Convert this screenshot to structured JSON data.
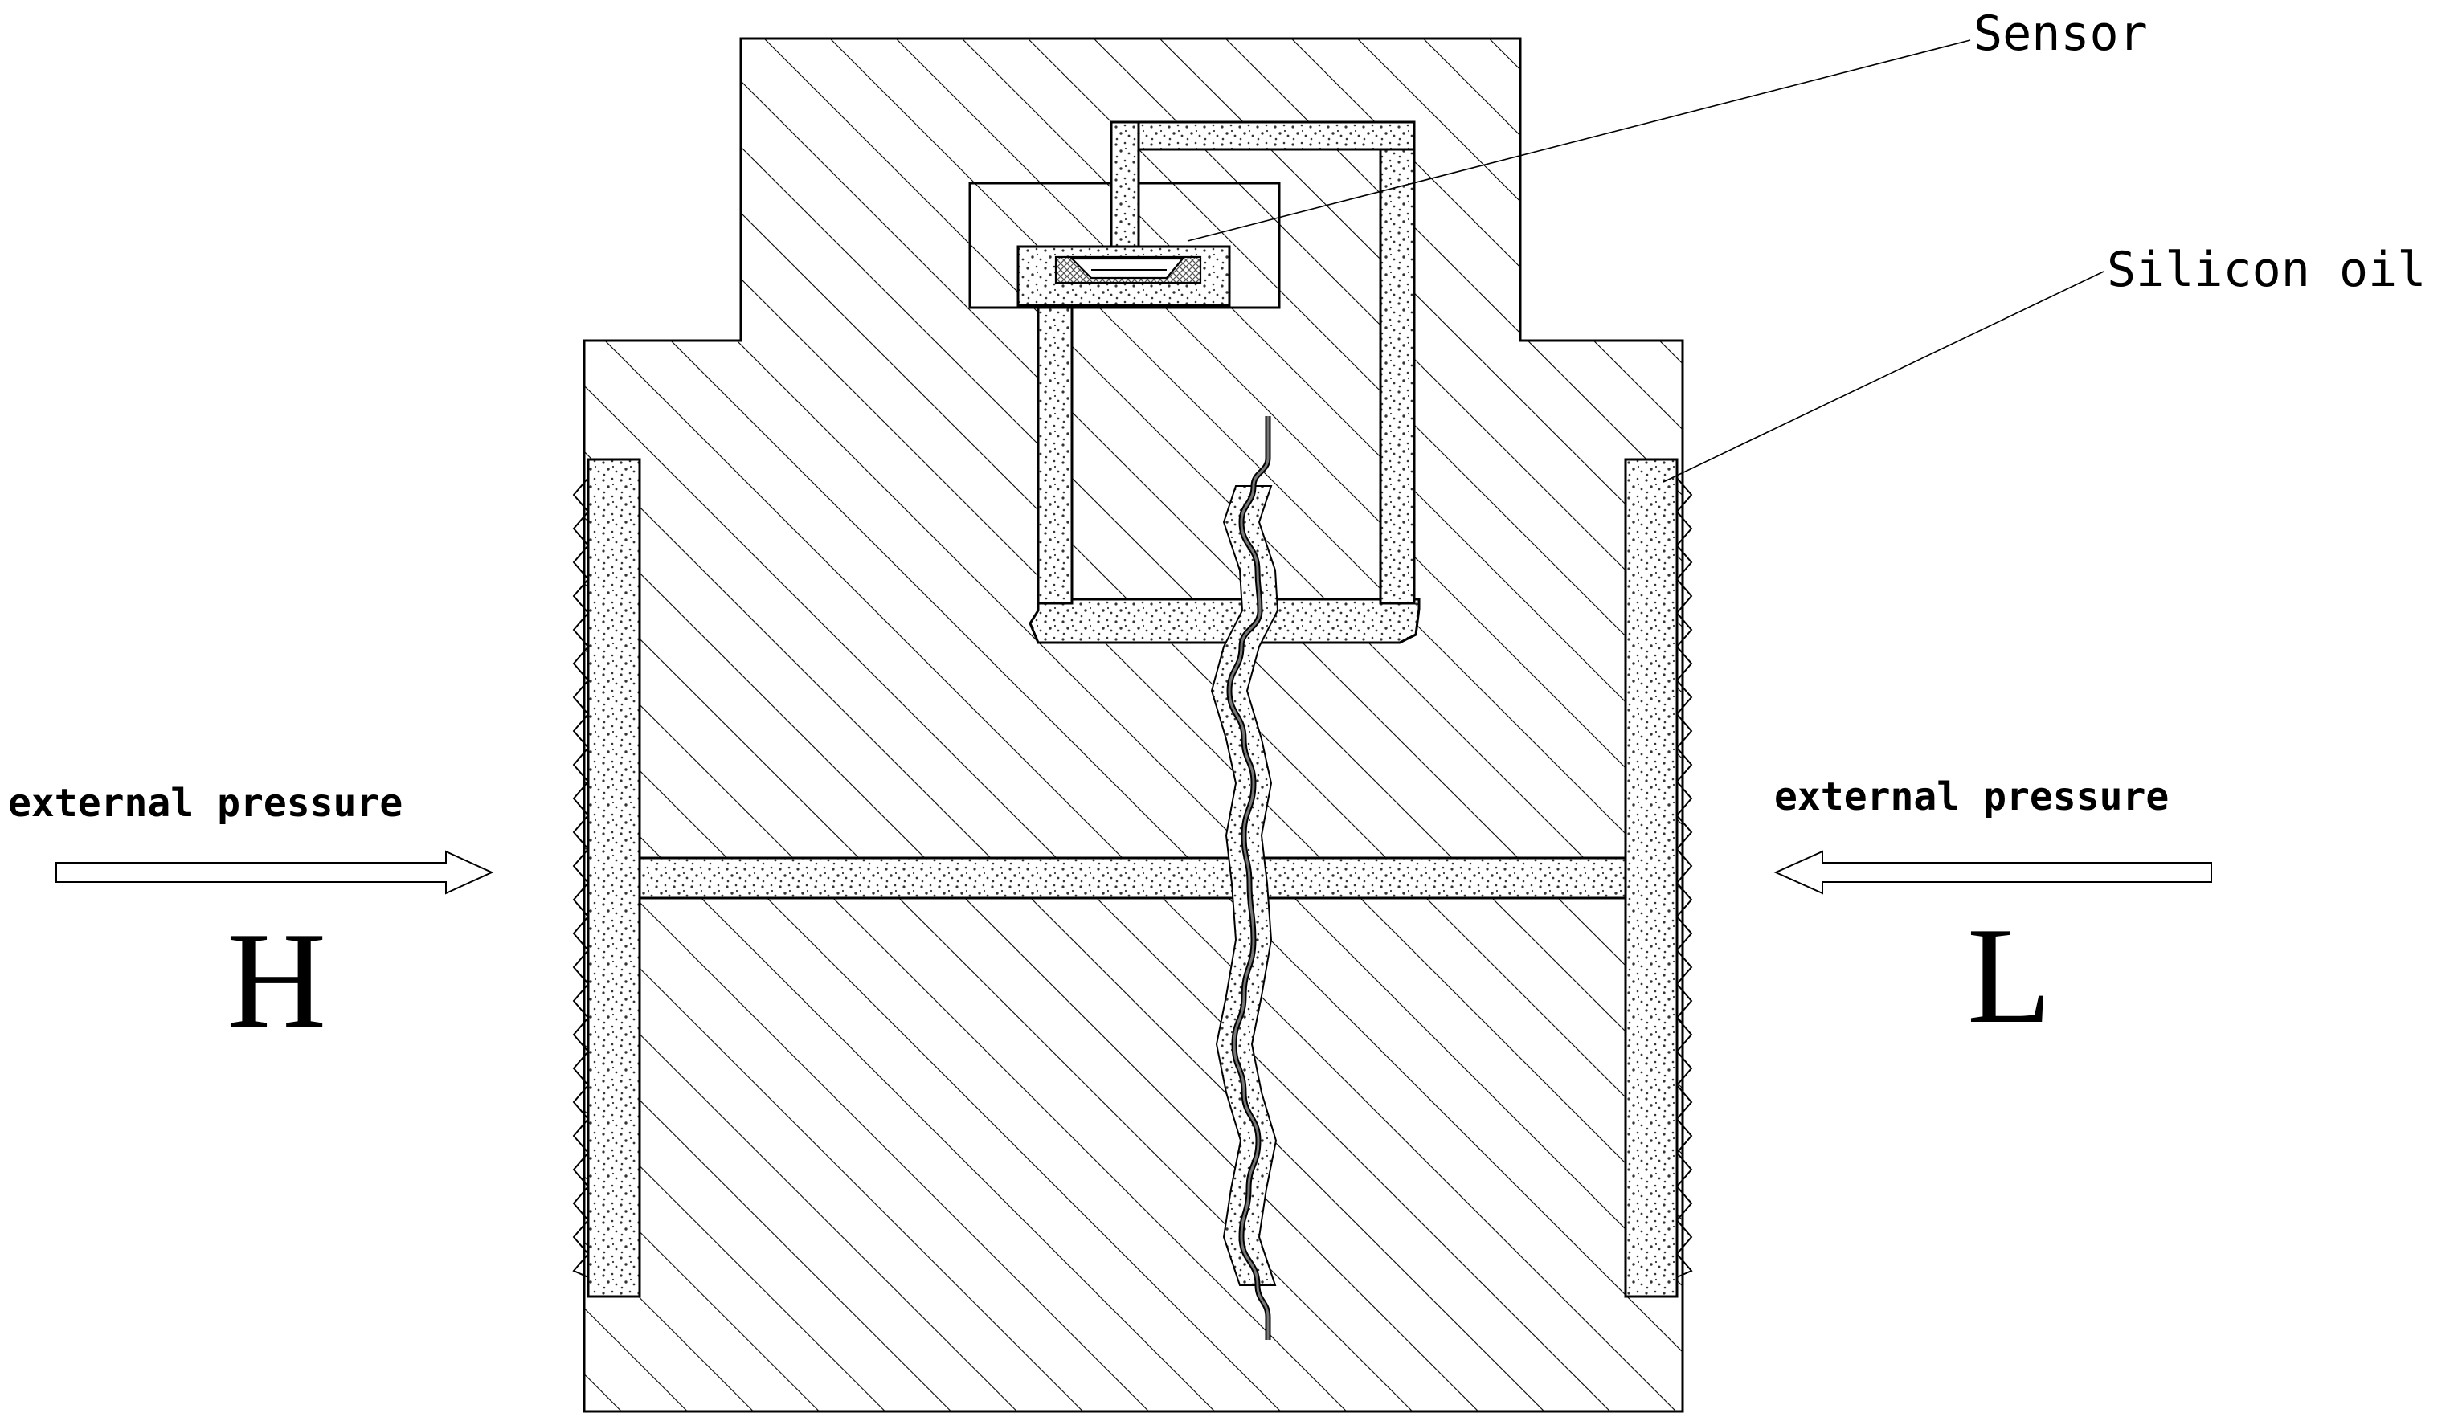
{
  "labels": {
    "sensor": "Sensor",
    "silicon_oil": "Silicon oil",
    "pressure_left": "external pressure",
    "pressure_right": "external pressure",
    "high_side": "H",
    "low_side": "L"
  },
  "colors": {
    "line": "#000000",
    "background": "#ffffff",
    "oil_dots": "#333333",
    "sensor_crosshatch": "#555555"
  }
}
